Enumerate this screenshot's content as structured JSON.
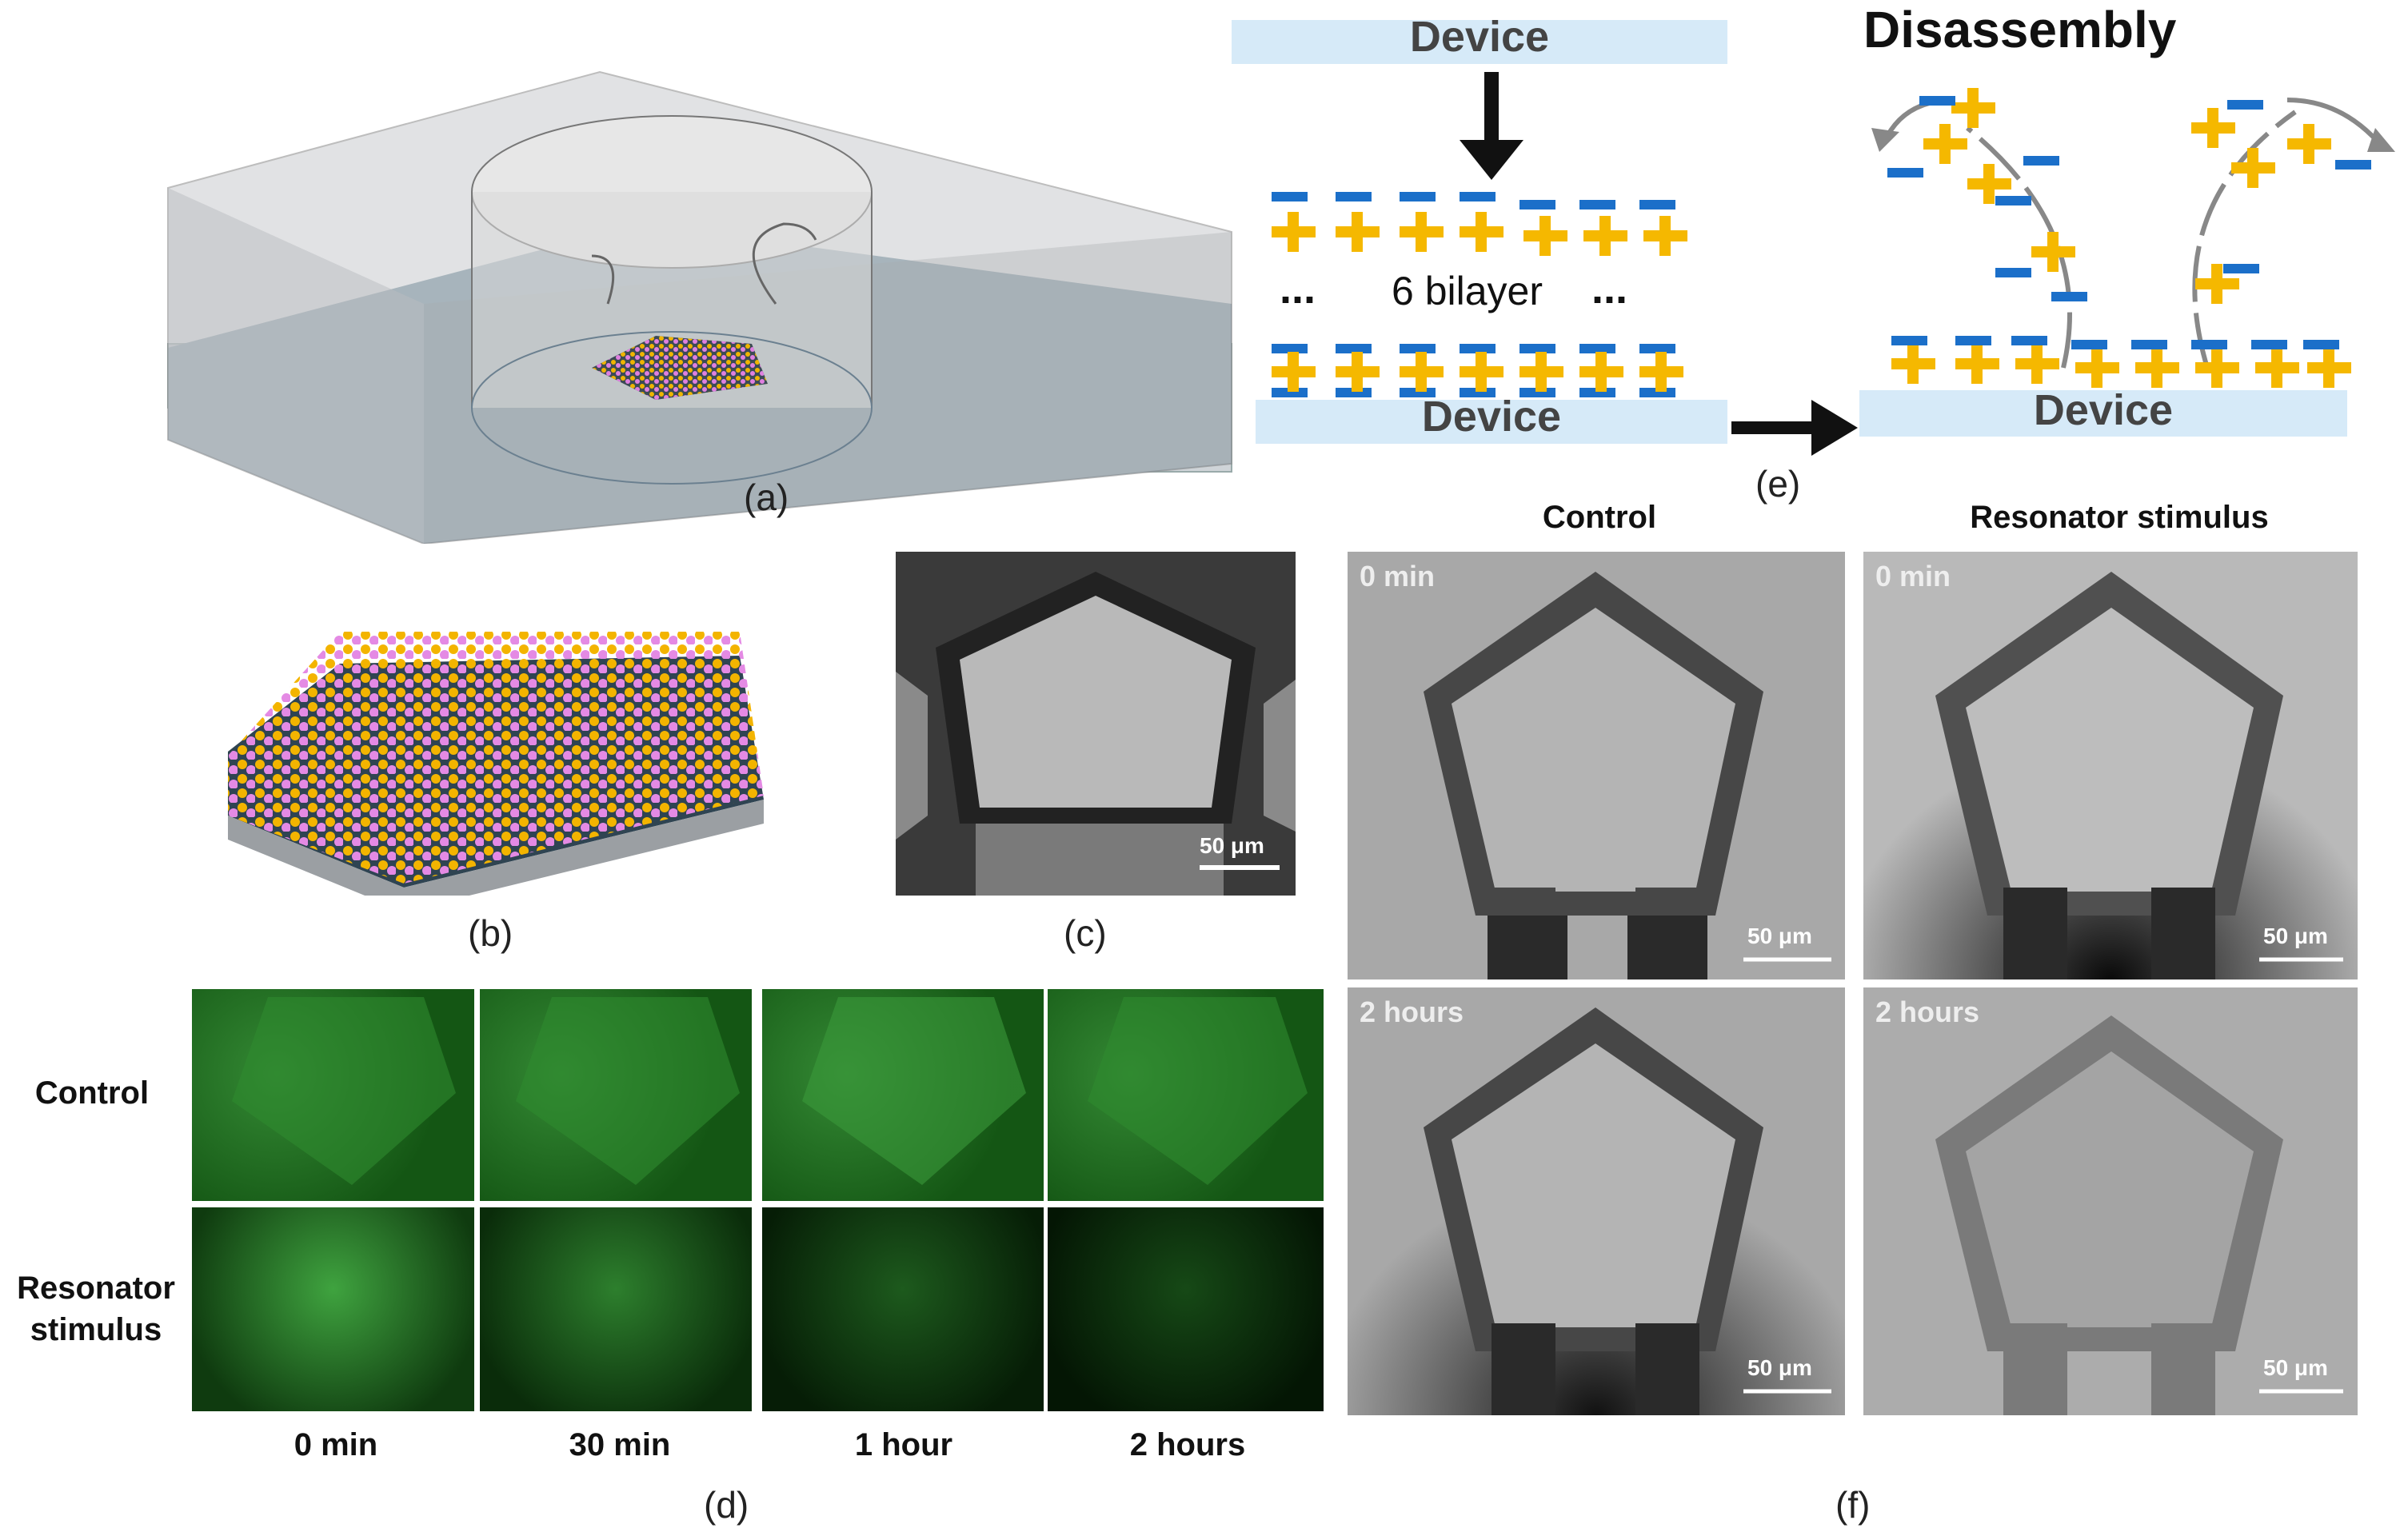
{
  "panel_a": {
    "caption": "(a)"
  },
  "panel_b": {
    "caption": "(b)"
  },
  "panel_c": {
    "caption": "(c)",
    "scale_bar": "50 μm"
  },
  "panel_d": {
    "caption": "(d)",
    "rows": [
      "Control",
      "Resonator\nstimulus"
    ],
    "columns": [
      "0 min",
      "30 min",
      "1 hour",
      "2 hours"
    ]
  },
  "panel_e": {
    "caption": "(e)",
    "device_top": "Device",
    "device_bottom": "Device",
    "device_right": "Device",
    "bilayer_label": "6 bilayer",
    "ellipsis_left": "...",
    "ellipsis_right": "...",
    "title_right": "Disassembly"
  },
  "panel_f": {
    "caption": "(f)",
    "col_control": "Control",
    "col_stimulus": "Resonator stimulus",
    "tile_tl_time": "0 min",
    "tile_tr_time": "0 min",
    "tile_bl_time": "2 hours",
    "tile_br_time": "2 hours",
    "scale_bar": "50 μm"
  },
  "colors": {
    "plus": "#f5b800",
    "minus": "#1b6fc9",
    "device": "#d6eaf8"
  }
}
